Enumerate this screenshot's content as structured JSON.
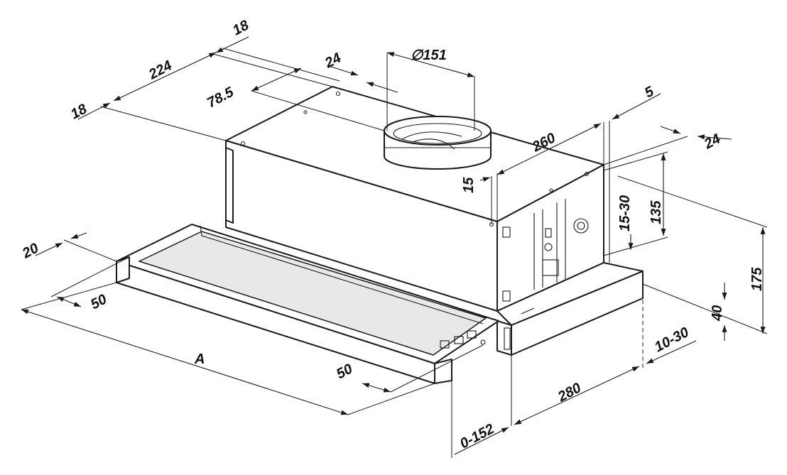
{
  "dimensions": {
    "d18_top": "18",
    "d224": "224",
    "d18_left": "18",
    "d24_top": "24",
    "d_diam": "∅151",
    "d78_5": "78.5",
    "d5": "5",
    "d260": "260",
    "d24_right": "24",
    "d15": "15",
    "d15_30": "15-30",
    "d135": "135",
    "d175": "175",
    "d40": "40",
    "d10_30": "10-30",
    "d280": "280",
    "d0_152": "0-152",
    "d20": "20",
    "d50_left": "50",
    "dA": "A",
    "d50_front": "50"
  }
}
